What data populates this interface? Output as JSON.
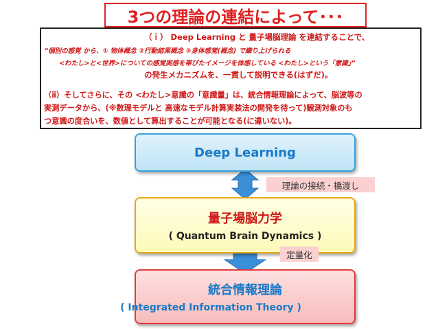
{
  "title": "3つの理論の連結によって･･･",
  "description": {
    "line1": "（ｉ） Deep Learning と 量子場脳理論 を連結することで、",
    "line2": "“個別の感覚 から、① 物体概念 ②行動結果概念 ③身体感覚(概念) で織り上げられる",
    "line3": "<わたし>と<世界>についての感覚実感を帯びたイメージを体感している <わたし>という「意識」”",
    "line4": "の発生メカニズムを、一貫して説明できる(はずだ)。",
    "line5": "（ⅱ）そしてさらに、その <わたし>意識の「意識量」は、統合情報理論によって、脳波等の",
    "line6": "実測データから、(※数理モデルと 高速なモデル計算実装法の開発を待って)観測対象のも",
    "line7": "つ意識の度合いを、数値として算出することが可能となる(に違いない)。"
  },
  "boxes": {
    "deep_learning": {
      "title": "Deep Learning"
    },
    "quantum": {
      "title": "量子場脳力学",
      "subtitle": "( Quantum Brain Dynamics )"
    },
    "iit": {
      "title": "統合情報理論",
      "subtitle": "( Integrated Information Theory )"
    }
  },
  "connectors": {
    "bridge_label": "理論の接続・橋渡し",
    "quantify_label": "定量化"
  },
  "colors": {
    "accent_red": "#e02020",
    "arrow_blue": "#3a8fd9",
    "label_pink": "#fbd0d0"
  }
}
